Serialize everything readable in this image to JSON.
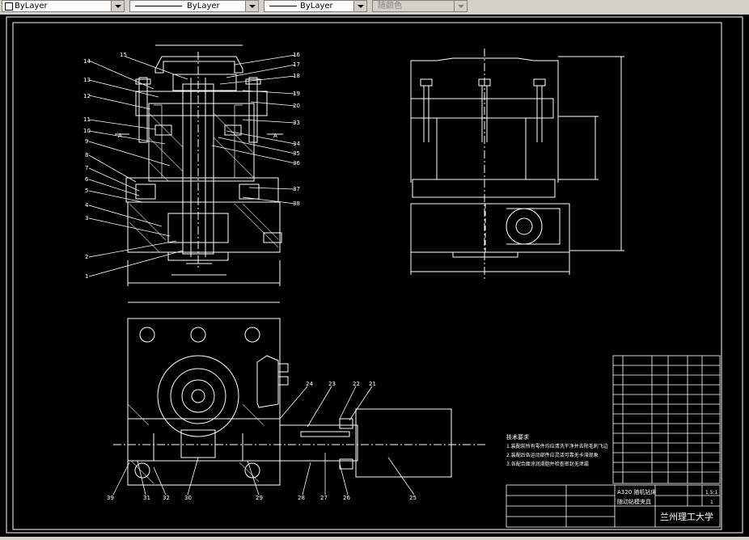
{
  "toolbar": {
    "layer_color": "ByLayer",
    "linetype": "ByLayer",
    "lineweight": "ByLayer",
    "plot_style": "随颜色"
  },
  "drawing": {
    "balloons_left": [
      "14",
      "13",
      "12",
      "11",
      "10",
      "9",
      "8",
      "7",
      "6",
      "5",
      "4",
      "3",
      "2",
      "1"
    ],
    "balloons_top": [
      "15",
      "16",
      "17",
      "18",
      "19",
      "20",
      "33",
      "34",
      "35",
      "36",
      "37",
      "38"
    ],
    "balloons_bottom": [
      "24",
      "23",
      "22",
      "21",
      "39",
      "31",
      "32",
      "30",
      "29",
      "28",
      "27",
      "26",
      "25"
    ],
    "section_mark": "A",
    "tech_req_title": "技术要求",
    "tech_req": [
      "1.装配前所有零件均应清洗干净并去除毛刺飞边",
      "2.装配后各运动部件应灵活可靠无卡滞现象",
      "3.各配合面涂润滑脂并检查密封无泄漏"
    ],
    "title_block": {
      "name_line1": "A320 随机钻床",
      "name_line2": "随动钻模夹具",
      "scale": "1.5:1",
      "sheet": "1",
      "university": "兰州理工大学"
    }
  },
  "colors": {
    "canvas": "#000000",
    "lines": "#ffffff",
    "toolbar": "#d4d0c8"
  }
}
